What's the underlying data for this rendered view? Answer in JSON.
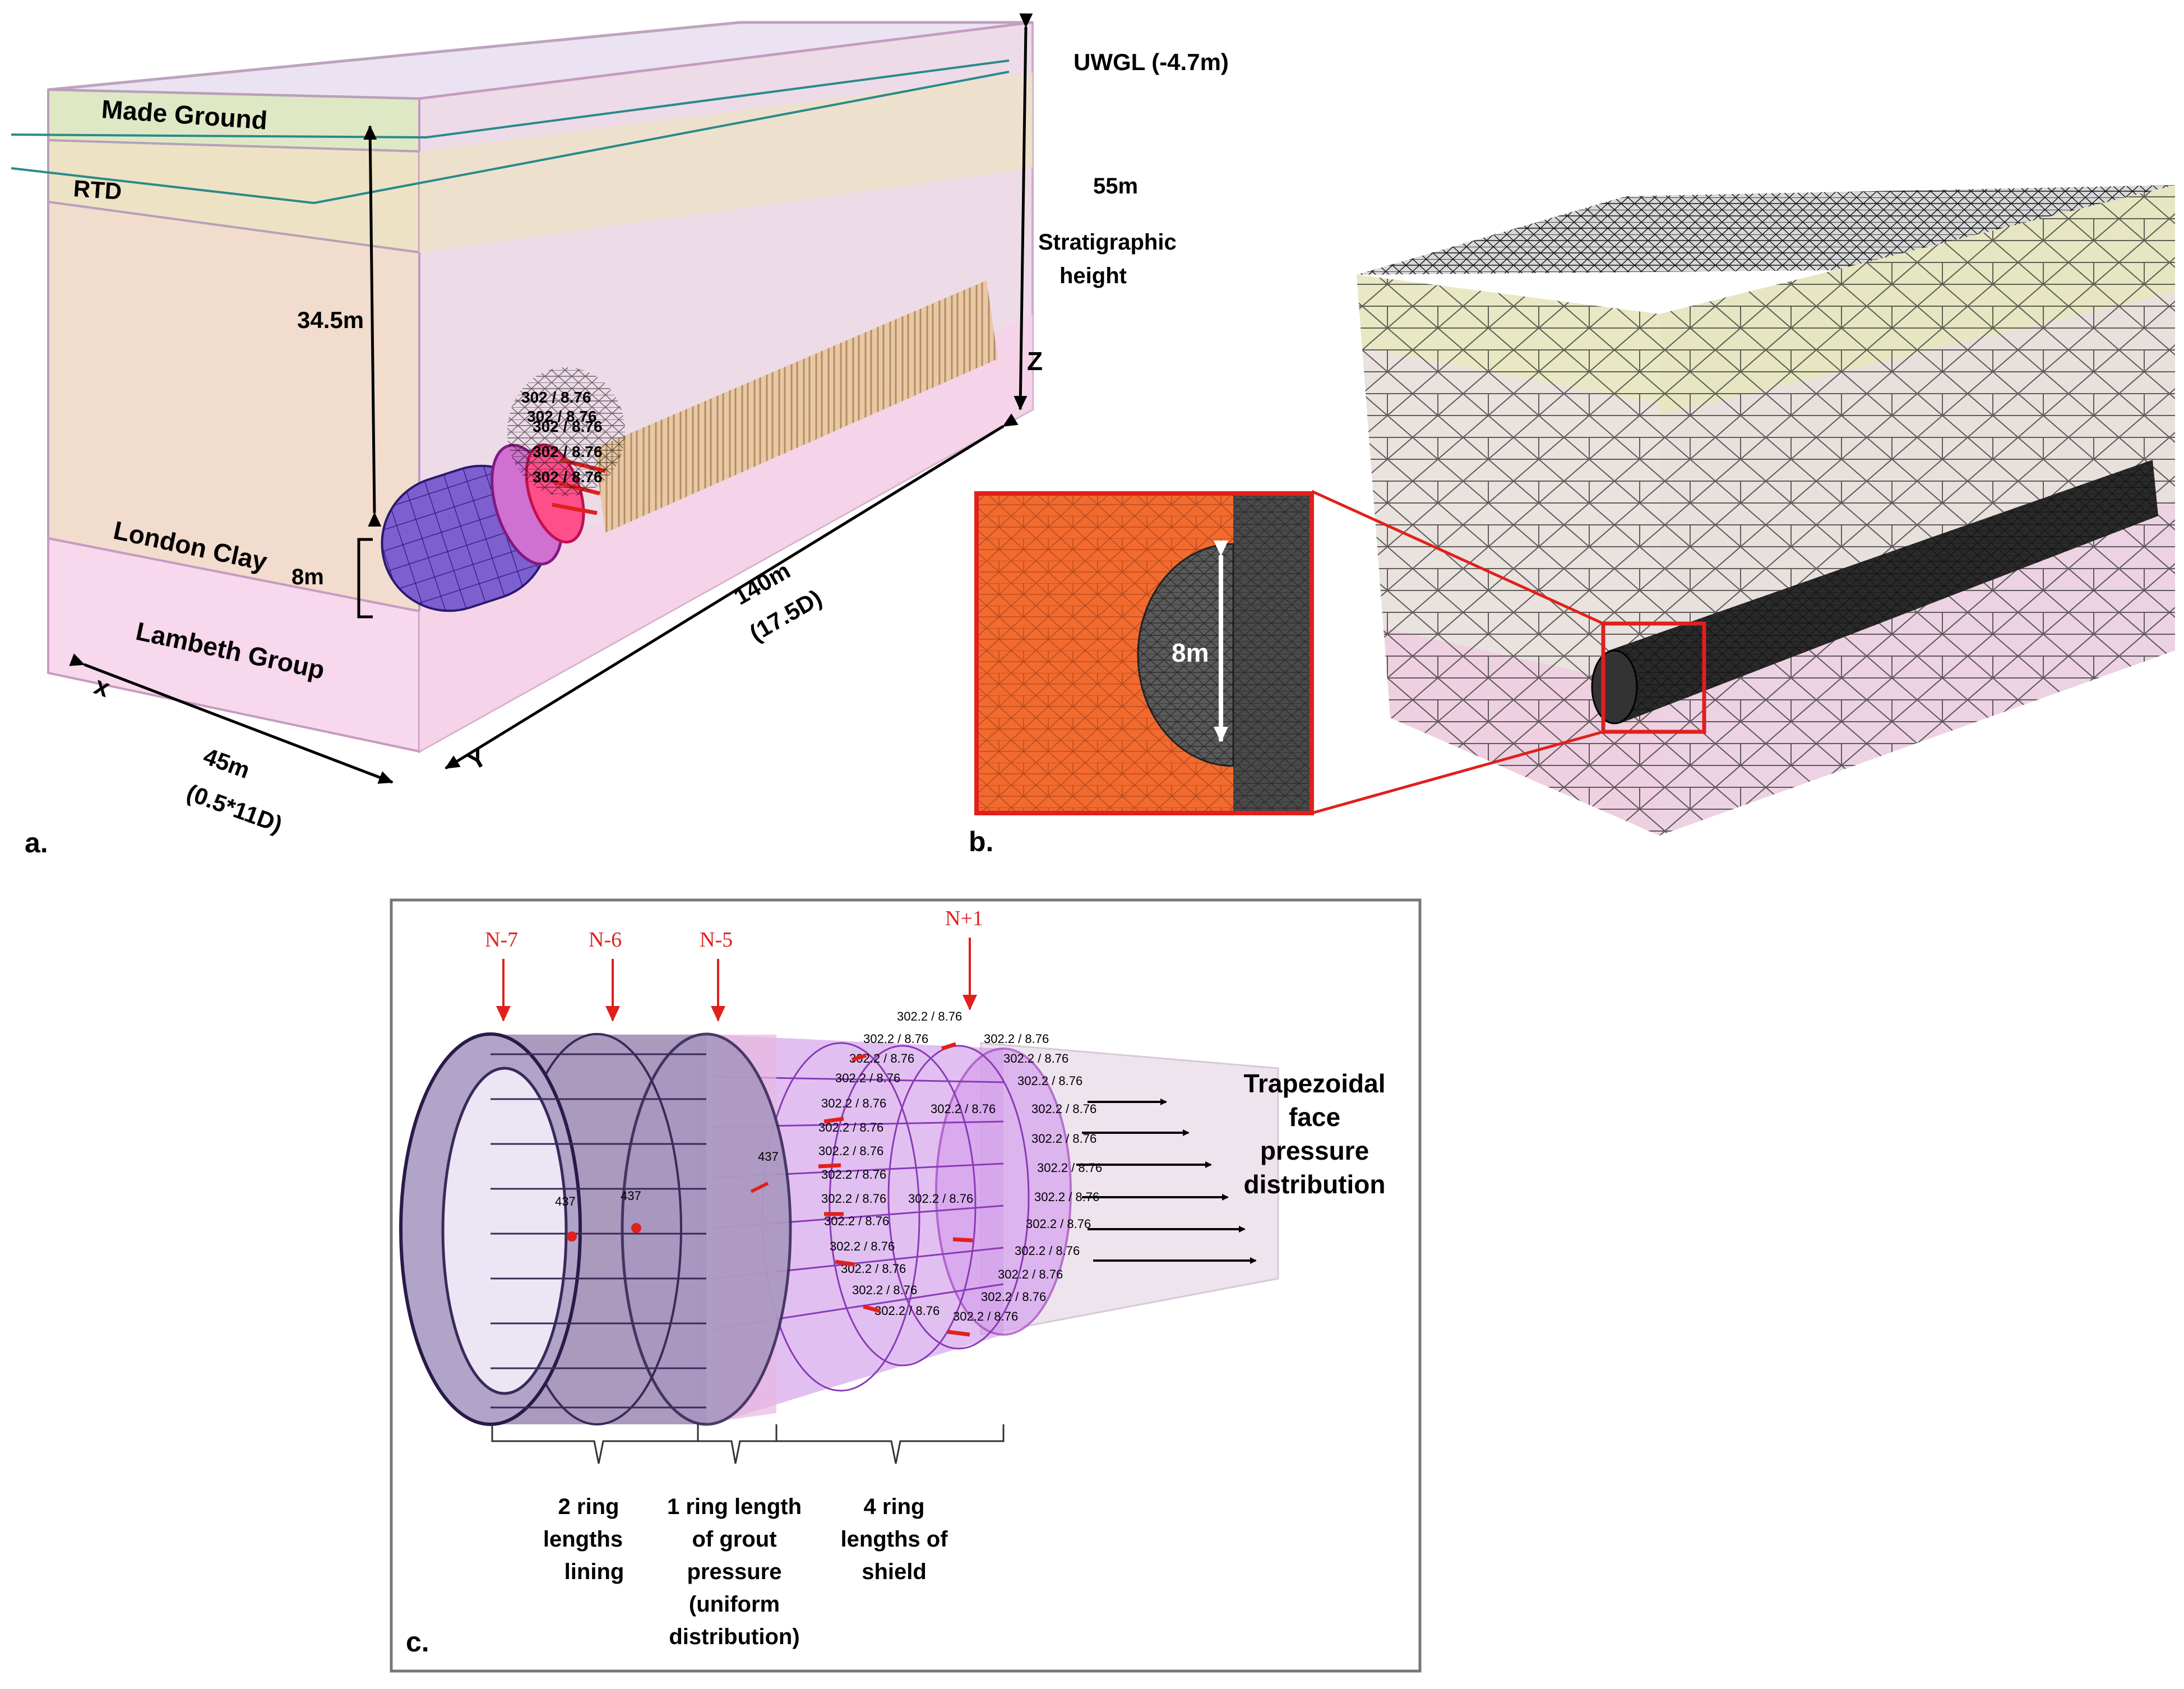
{
  "panel_a": {
    "label": "a.",
    "layers": [
      "Made Ground",
      "RTD",
      "London Clay",
      "Lambeth Group"
    ],
    "water_level": "UWGL (-4.7m)",
    "height": "55m",
    "height_caption_1": "Stratigraphic",
    "height_caption_2": "height",
    "depth": "34.5m",
    "diameter": "8m",
    "length": "140m",
    "length_note": "(17.5D)",
    "width": "45m",
    "width_note": "(0.5*11D)",
    "axes": {
      "x": "x",
      "y": "Y",
      "z": "Z"
    },
    "pressure_labels": [
      "302 / 8.76",
      "302 / 8.76",
      "302 / 8.76",
      "302 / 8.76",
      "302 / 8.76"
    ]
  },
  "panel_b": {
    "label": "b.",
    "inset_diameter": "8m"
  },
  "panel_c": {
    "label": "c.",
    "rings": [
      "N-7",
      "N-6",
      "N-5",
      "N+1"
    ],
    "face_pressure_lines": [
      "Trapezoidal",
      "face",
      "pressure",
      "distribution"
    ],
    "lining_lines": [
      "2 ring",
      "lengths",
      "lining"
    ],
    "grout_lines": [
      "1 ring length",
      "of grout",
      "pressure",
      "(uniform",
      "distribution)"
    ],
    "shield_lines": [
      "4 ring",
      "lengths of",
      "shield"
    ],
    "value_437": "437",
    "value_302": "302.2 / 8.76"
  },
  "colors": {
    "mesh": "#1a1a1a",
    "lining": "#5a4a7a",
    "grout": "#c080e0",
    "arrow_red": "#e0201c",
    "inset_orange": "#f26a2e"
  }
}
